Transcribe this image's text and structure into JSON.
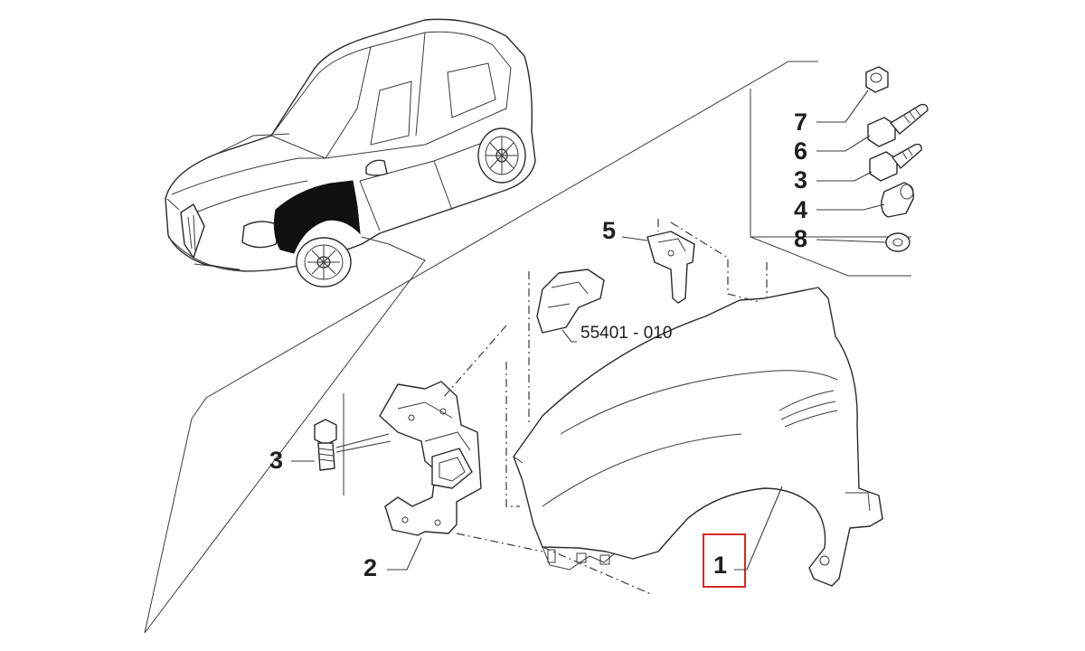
{
  "callouts": {
    "c7": "7",
    "c6": "6",
    "c3_top": "3",
    "c4": "4",
    "c8": "8",
    "c5": "5",
    "c3_left": "3",
    "c2": "2",
    "c1": "1"
  },
  "reference_label": "55401 - 010",
  "colors": {
    "highlight_box": "#d42a2a",
    "line": "#2a2a2a",
    "fender_fill": "#111111"
  }
}
